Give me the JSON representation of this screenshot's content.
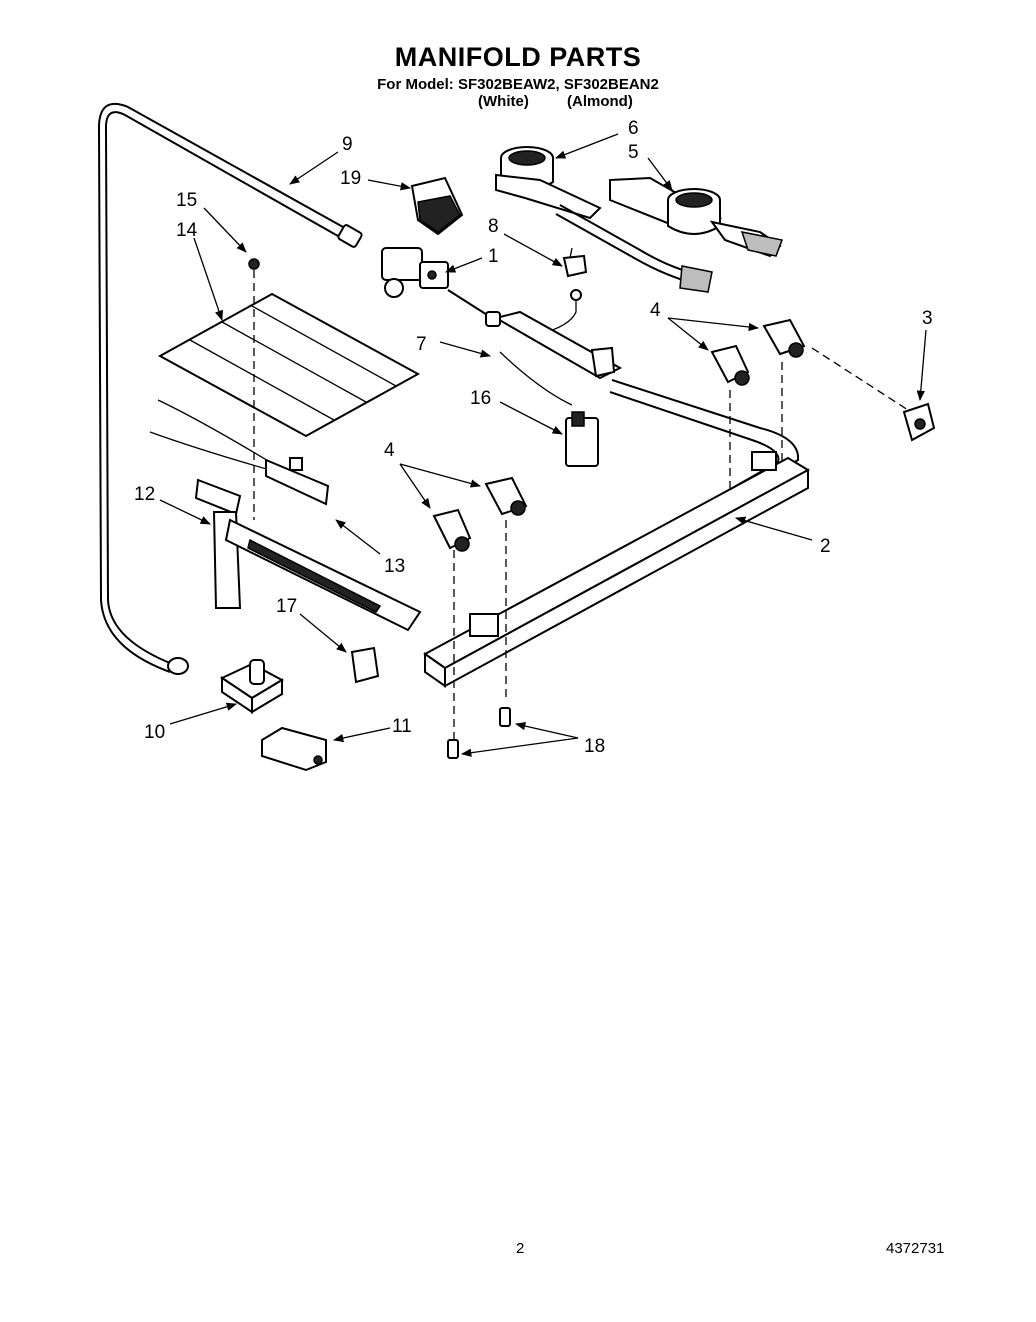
{
  "header": {
    "title": "MANIFOLD PARTS",
    "models": "For Model: SF302BEAW2, SF302BEAN2",
    "color_white": "(White)",
    "color_almond": "(Almond)"
  },
  "callouts": {
    "c1": "1",
    "c2": "2",
    "c3": "3",
    "c4a": "4",
    "c4b": "4",
    "c5": "5",
    "c6": "6",
    "c7": "7",
    "c8": "8",
    "c9": "9",
    "c10": "10",
    "c11": "11",
    "c12": "12",
    "c13": "13",
    "c14": "14",
    "c15": "15",
    "c16": "16",
    "c17": "17",
    "c18": "18",
    "c19": "19"
  },
  "footer": {
    "page_number": "2",
    "document_number": "4372731"
  }
}
